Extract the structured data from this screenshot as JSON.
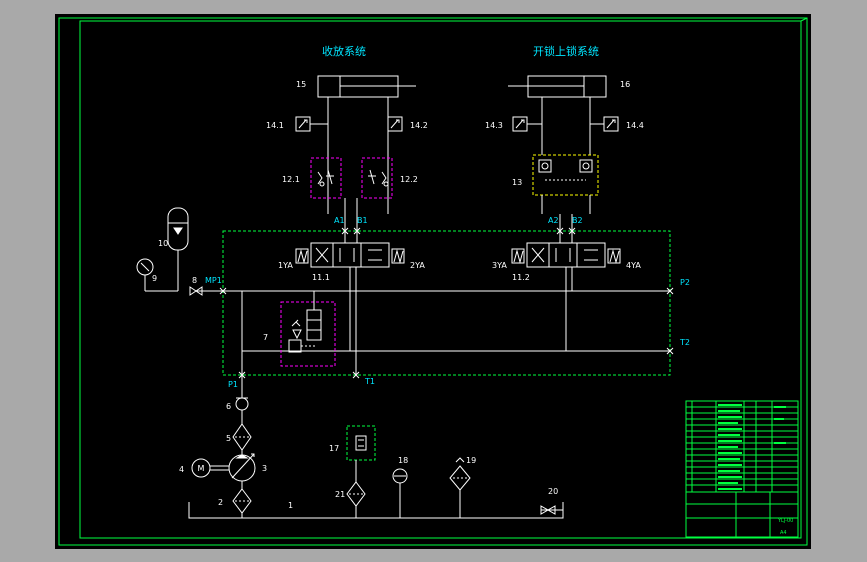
{
  "titles": {
    "left_system": "收放系统",
    "right_system": "开锁上锁系统"
  },
  "labels": {
    "c15": "15",
    "c16": "16",
    "s14_1": "14.1",
    "s14_2": "14.2",
    "s14_3": "14.3",
    "s14_4": "14.4",
    "v12_1": "12.1",
    "v12_2": "12.2",
    "v13": "13",
    "a1": "A1",
    "b1": "B1",
    "a2": "A2",
    "b2": "B2",
    "acc10": "10",
    "gauge9": "9",
    "v8": "8",
    "mp1": "MP1",
    "ya1": "1YA",
    "ya2": "2YA",
    "ya3": "3YA",
    "ya4": "4YA",
    "v11_1": "11.1",
    "v11_2": "11.2",
    "p2": "P2",
    "t2": "T2",
    "v7": "7",
    "p1": "P1",
    "t1": "T1",
    "f6": "6",
    "f5": "5",
    "pump3": "3",
    "motor4": "4",
    "f2": "2",
    "tank1": "1",
    "f17": "17",
    "ind18": "18",
    "f19": "19",
    "f21": "21",
    "v20": "20",
    "motor_symbol": "M"
  },
  "title_block": {
    "drawing_no": "YLJ-00",
    "sheet": "A4"
  },
  "colors": {
    "background": "#000000",
    "frame": "#00ff40",
    "lines": "#ffffff",
    "titles": "#00e5ff",
    "magenta_box": "#ff00ff",
    "yellow_box": "#ffff00"
  }
}
